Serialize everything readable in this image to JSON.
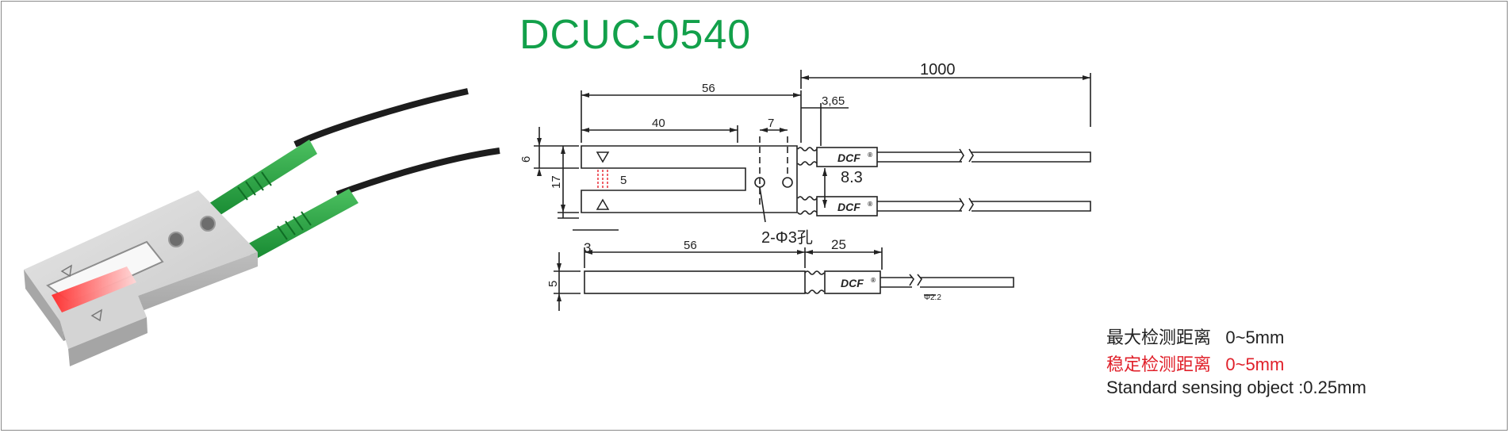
{
  "title": "DCUC-0540",
  "specs": [
    {
      "label": "最大检测距离",
      "value": "0~5mm",
      "color": "#222222"
    },
    {
      "label": "稳定检测距离",
      "value": "0~5mm",
      "color": "#e0202a"
    },
    {
      "label": "Standard sensing object",
      "value": ":0.25mm",
      "color": "#222222"
    }
  ],
  "dimensions": {
    "cable_length": "1000",
    "body_length_top": "56",
    "slot_depth": "40",
    "hole_offset": "7",
    "sleeve_offset": "3,65",
    "height_top": "6",
    "height_total": "17",
    "gap": "5",
    "pitch": "8.3",
    "hole_label": "2-Φ3孔",
    "edge": "3",
    "body_length_side": "56",
    "sleeve_length": "25",
    "thickness": "5",
    "cable_dia": "Φ2.2"
  },
  "brand": "DCF",
  "brand_mark": "®",
  "colors": {
    "title_green": "#12a04a",
    "sleeve_green": "#1f9a3c",
    "laser_red": "#e8202a",
    "line": "#222222"
  },
  "icons": {
    "triangle_mark": "triangle-outline-icon"
  }
}
